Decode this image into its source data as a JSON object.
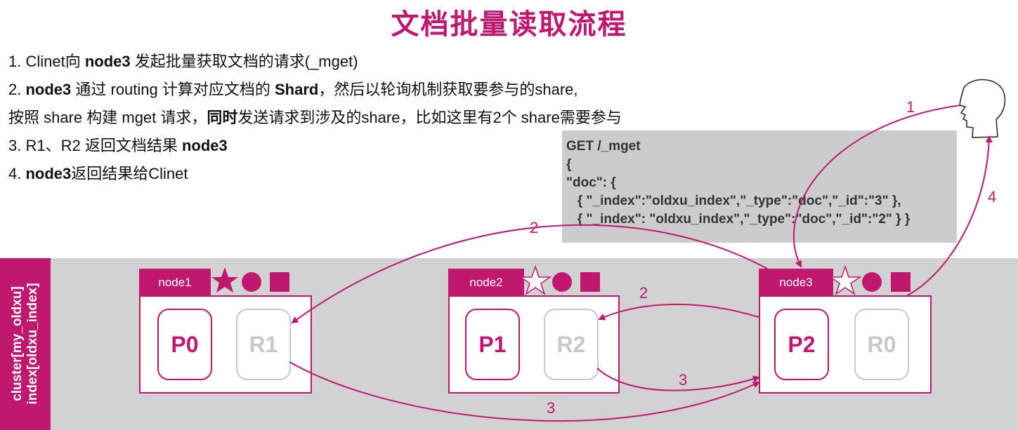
{
  "title": "文档批量读取流程",
  "steps": [
    {
      "parts": [
        {
          "t": "1. Clinet向 "
        },
        {
          "t": "node3",
          "b": true
        },
        {
          "t": " 发起批量获取文档的请求(_mget)"
        }
      ]
    },
    {
      "parts": [
        {
          "t": "2. "
        },
        {
          "t": "node3",
          "b": true
        },
        {
          "t": " 通过 routing 计算对应文档的 "
        },
        {
          "t": "Shard",
          "b": true
        },
        {
          "t": "，然后以轮询机制获取要参与的share,"
        }
      ]
    },
    {
      "parts": [
        {
          "t": "按照 share 构建 mget 请求，"
        },
        {
          "t": "同时",
          "b": true
        },
        {
          "t": "发送请求到涉及的share，比如这里有2个 share需要参与"
        }
      ]
    },
    {
      "parts": [
        {
          "t": "3. R1、R2 返回文档结果 "
        },
        {
          "t": "node3",
          "b": true
        }
      ]
    },
    {
      "parts": [
        {
          "t": "4. "
        },
        {
          "t": "node3",
          "b": true
        },
        {
          "t": "返回结果给Clinet"
        }
      ]
    }
  ],
  "code": {
    "lines": [
      "GET /_mget",
      "{",
      "\"doc\": {",
      "   { \"_index\":\"oldxu_index\",\"_type\":\"doc\",\"_id\":\"3\" },",
      "   { \"_index\": \"oldxu_index\",\"_type\":\"doc\",\"_id\":\"2\" } }"
    ]
  },
  "cluster": {
    "label_line1": "cluster[my_oldxu]",
    "label_line2": "index[oldxu_index]"
  },
  "nodes": [
    {
      "name": "node1",
      "star": "filled",
      "shards": [
        {
          "label": "P0",
          "kind": "primary"
        },
        {
          "label": "R1",
          "kind": "replica"
        }
      ]
    },
    {
      "name": "node2",
      "star": "outline",
      "shards": [
        {
          "label": "P1",
          "kind": "primary"
        },
        {
          "label": "R2",
          "kind": "replica"
        }
      ]
    },
    {
      "name": "node3",
      "star": "outline",
      "shards": [
        {
          "label": "P2",
          "kind": "primary"
        },
        {
          "label": "R0",
          "kind": "replica"
        }
      ]
    }
  ],
  "arrows": {
    "step1": "1",
    "step2_top": "2",
    "step2_mid": "2",
    "step3_mid": "3",
    "step3_bottom": "3",
    "step4": "4"
  },
  "colors": {
    "accent": "#c0186e",
    "band": "#d2d2d2",
    "code_bg": "#cccccc",
    "replica_gray": "#c8c8c8"
  }
}
